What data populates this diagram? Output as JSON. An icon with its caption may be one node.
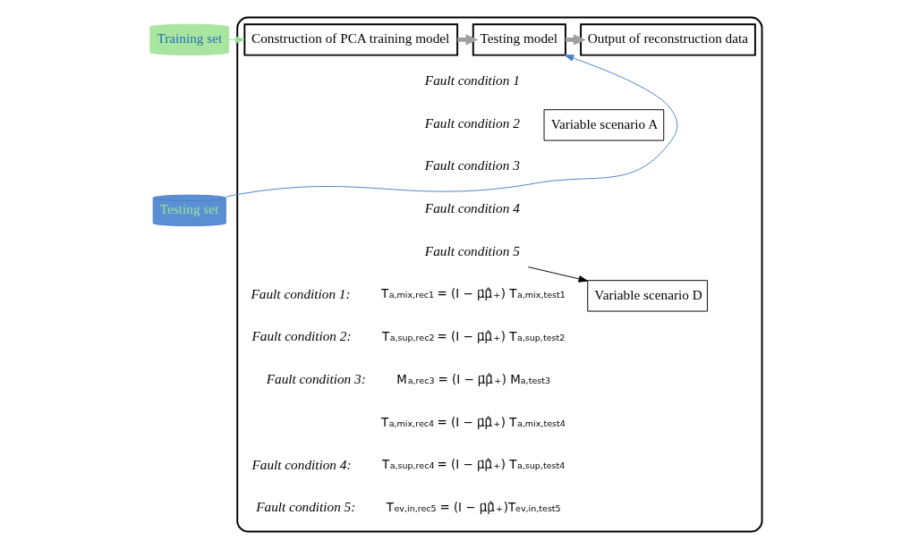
{
  "diagram": {
    "nodes": [
      {
        "text": [],
        "shape": "box"
      },
      {
        "text": [
          "Construction of PCA training model"
        ],
        "in": 0
      },
      {
        "text": [
          "Testing model"
        ],
        "in": 0
      },
      {
        "text": [
          "Output of reconstruction data"
        ],
        "in": 0
      },
      {
        "text": [
          "Training set"
        ]
      },
      {
        "text": [
          "Variable scenario A"
        ],
        "in": 0
      },
      {
        "text": [
          "Fault condition 5"
        ],
        "in": 0
      },
      {
        "text": [
          "Variable scenario D"
        ],
        "in": 0
      },
      {
        "text": [
          "Testing set"
        ]
      }
    ],
    "edges": [
      {
        "from": 4,
        "to": 1,
        "arrow": "to",
        "color": "#90e090"
      },
      {
        "from": 8,
        "to": 2,
        "arrow": "to",
        "color": "#4a7fc8"
      },
      {
        "from": 1,
        "to": 2,
        "arrow": "to",
        "style": "thick",
        "color": "#a0a0a0"
      },
      {
        "from": 2,
        "to": 3,
        "arrow": "to",
        "style": "thick",
        "color": "#a0a0a0"
      },
      {
        "from": 6,
        "to": 7,
        "arrow": "to",
        "color": "#000000"
      }
    ],
    "labels": [
      "Fault condition 1",
      "Fault condition 2",
      "Fault condition 3",
      "Fault condition 4",
      "Fault condition 1:",
      "T$_{a,mix,rec1}$ = (I − μ⃗μ̂⃗$^{+}$) T$_{a,mix,test1}$",
      "Fault condition 2:",
      "T$_{a,sup,rec2}$ = (I − μ⃗μ̂⃗$^{+}$) T$_{a,sup,test2}$",
      "Fault condition 3:",
      "M$_{a,rec3}$ = (I − μ⃗μ̂⃗$^{+}$) M$_{a,test3}$",
      "T$_{a,mix,rec4}$ = (I − μ⃗μ̂⃗$^{+}$) T$_{a,mix,test4}$",
      "Fault condition 4:",
      "T$_{a,sup,rec4}$ = (I − μ⃗μ̂⃗$^{+}$) T$_{a,sup,test4}$",
      "Fault condition 5:",
      "T$_{ev,in,rec5}$ = (I − μ⃗μ̂⃗$^{+}$)T$_{ev,in,test5}$"
    ]
  }
}
